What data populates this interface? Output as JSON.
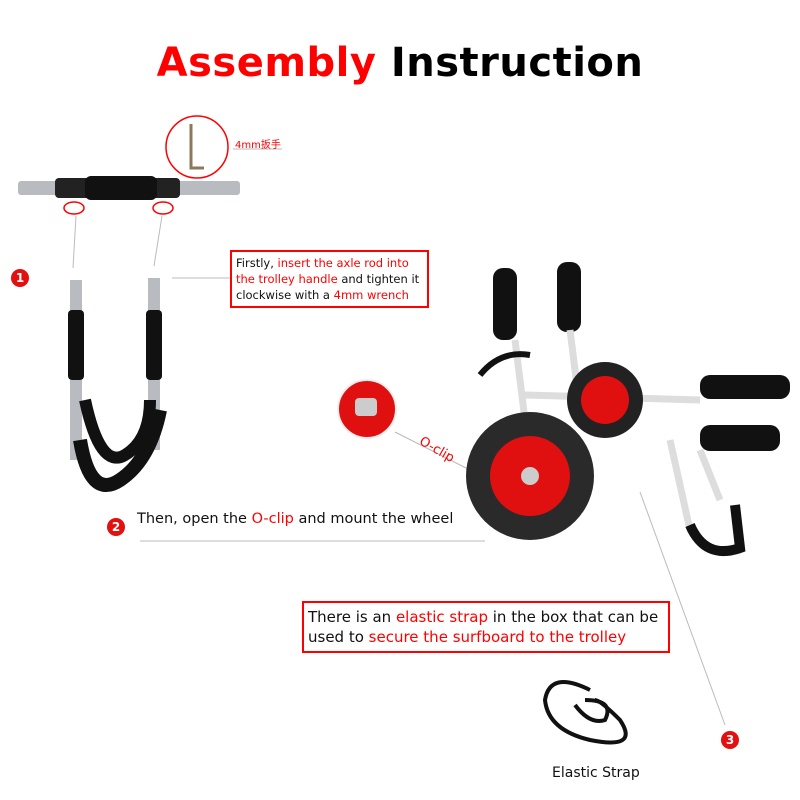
{
  "title": {
    "part1": "Assembly",
    "part2": "Instruction"
  },
  "wrench_label": "4mm扳手",
  "step1": {
    "number": "1",
    "text_a": "Firstly, ",
    "text_b": "insert the axle rod into the trolley handle",
    "text_c": " and tighten it clockwise with a ",
    "text_d": "4mm wrench"
  },
  "step2": {
    "number": "2",
    "text_a": "Then, open the ",
    "text_b": "O-clip",
    "text_c": " and mount the wheel"
  },
  "oclip_label": "O-clip",
  "step3": {
    "number": "3",
    "text_a": "There is an ",
    "text_b": "elastic strap",
    "text_c": " in the box that can be used to ",
    "text_d": "secure the surfboard to the trolley"
  },
  "strap_label": "Elastic Strap",
  "colors": {
    "accent": "#ff0000",
    "text": "#111111"
  }
}
